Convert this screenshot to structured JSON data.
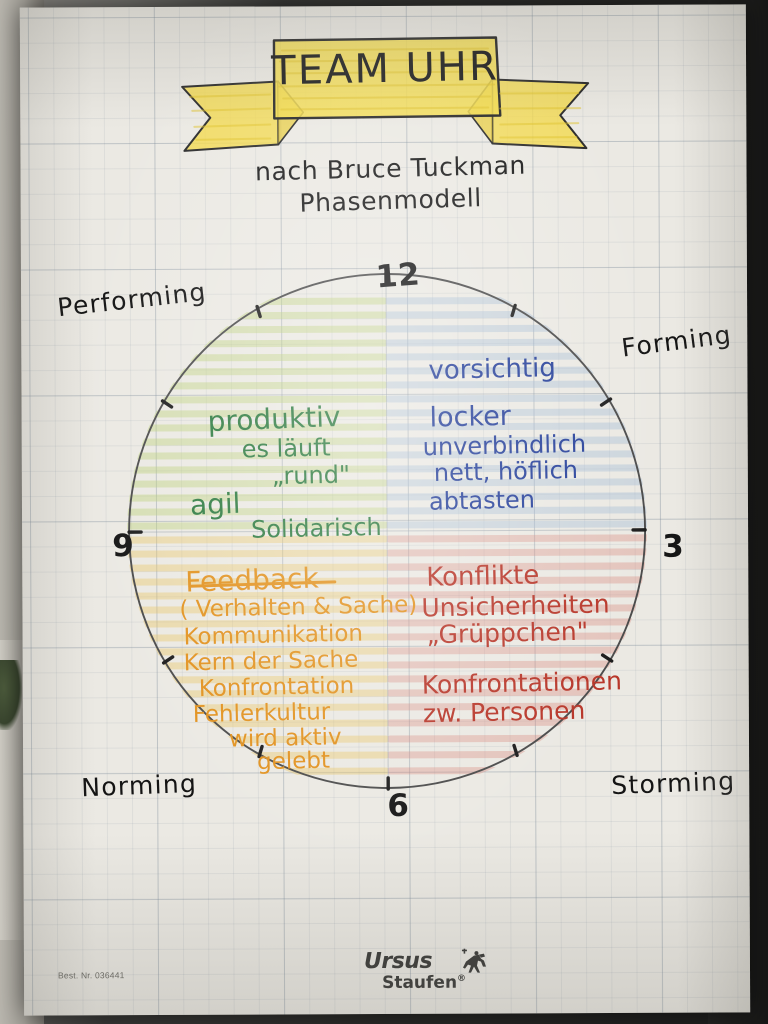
{
  "banner": {
    "title": "TEAM UHR",
    "subtitle_line1": "nach Bruce Tuckman",
    "subtitle_line2": "Phasenmodell",
    "banner_color": "#f0d23c"
  },
  "clock": {
    "hours": [
      {
        "name": "hour-12",
        "label": "12"
      },
      {
        "name": "hour-3",
        "label": "3"
      },
      {
        "name": "hour-6",
        "label": "6"
      },
      {
        "name": "hour-9",
        "label": "9"
      }
    ]
  },
  "phases": [
    {
      "key": "forming",
      "label": "Forming",
      "color": "#26409a",
      "quadrant": "top-right",
      "notes": [
        "vorsichtig",
        "locker",
        "unverbindlich",
        "nett, höflich",
        "abtasten"
      ]
    },
    {
      "key": "storming",
      "label": "Storming",
      "color": "#b8372a",
      "quadrant": "bottom-right",
      "notes": [
        "Konflikte",
        "Unsicherheiten",
        "„Grüppchen\"",
        "Konfrontationen",
        "zw. Personen"
      ]
    },
    {
      "key": "norming",
      "label": "Norming",
      "color": "#e2921f",
      "quadrant": "bottom-left",
      "notes": [
        "Feedback",
        "( Verhalten & Sache)",
        "Kommunikation",
        "Kern der Sache",
        "Konfrontation",
        "Fehlerkultur",
        "wird aktiv",
        "gelebt"
      ]
    },
    {
      "key": "performing",
      "label": "Performing",
      "color": "#2c7a3f",
      "quadrant": "top-left",
      "notes": [
        "produktiv",
        "es läuft",
        "„rund\"",
        "agil",
        "Solidarisch"
      ]
    }
  ],
  "footer": {
    "logo_brand": "Ursus",
    "logo_sub": "Staufen",
    "logo_registered": "®",
    "order_number": "Best. Nr. 036441"
  }
}
